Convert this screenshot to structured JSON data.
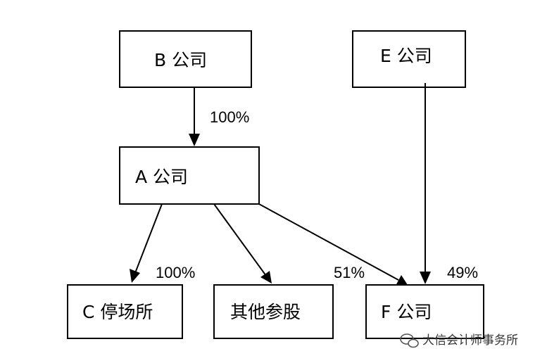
{
  "nodes": {
    "b": "B 公司",
    "e": "E 公司",
    "a": "A 公司",
    "c": "C 停场所",
    "other": "其他参股",
    "f": "F 公司"
  },
  "edges": {
    "b_to_a": "100%",
    "a_to_c": "100%",
    "a_to_f": "51%",
    "e_to_f": "49%"
  },
  "watermark": "大信会计师事务所",
  "colors": {
    "line": "#000000",
    "box_fill": "#ffffff"
  }
}
